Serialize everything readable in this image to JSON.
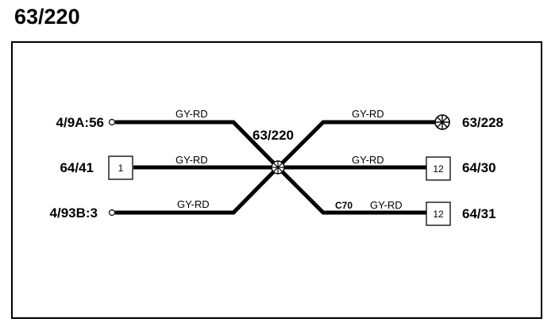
{
  "title": "63/220",
  "splice_label": "63/220",
  "left": {
    "top": {
      "label": "4/9A:56",
      "wire": "GY-RD"
    },
    "mid": {
      "label": "64/41",
      "wire": "GY-RD",
      "box": "1"
    },
    "bottom": {
      "label": "4/93B:3",
      "wire": "GY-RD"
    }
  },
  "right": {
    "top": {
      "label": "63/228",
      "wire": "GY-RD"
    },
    "mid": {
      "label": "64/30",
      "wire": "GY-RD",
      "box": "12"
    },
    "bottom": {
      "label": "64/31",
      "wire": "GY-RD",
      "box": "12",
      "connector": "C70"
    }
  },
  "colors": {
    "line": "#000000",
    "background": "#ffffff"
  }
}
